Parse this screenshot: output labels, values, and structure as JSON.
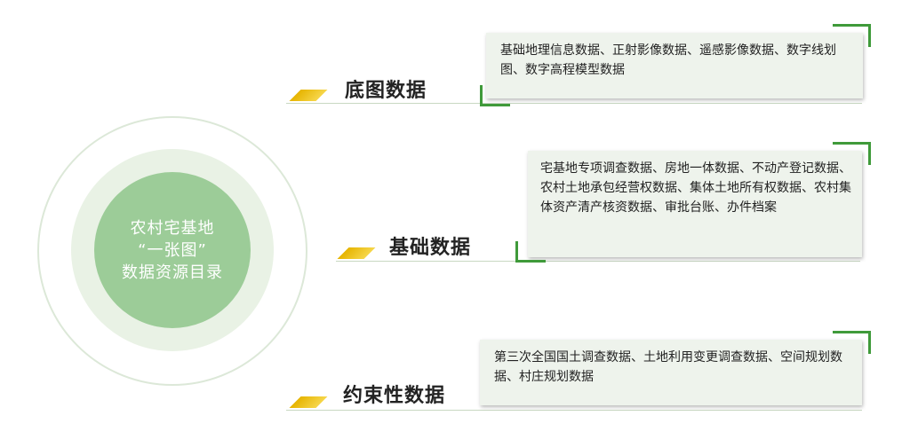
{
  "center": {
    "line1": "农村宅基地",
    "line2": "“一张图”",
    "line3": "数据资源目录"
  },
  "categories": [
    {
      "label": "底图数据",
      "detail": "基础地理信息数据、正射影像数据、遥感影像数据、数字线划图、数字高程模型数据"
    },
    {
      "label": "基础数据",
      "detail": "宅基地专项调查数据、房地一体数据、不动产登记数据、农村土地承包经营权数据、集体土地所有权数据、农村集体资产清产核资数据、审批台账、办件档案"
    },
    {
      "label": "约束性数据",
      "detail": "第三次全国国土调查数据、土地利用变更调查数据、空间规划数据、村庄规划数据"
    }
  ],
  "colors": {
    "accent_green": "#3f9a3a",
    "center_circle": "#9ccc98",
    "marker_yellow": "#f2c81e",
    "box_bg": "#eef3ec"
  }
}
